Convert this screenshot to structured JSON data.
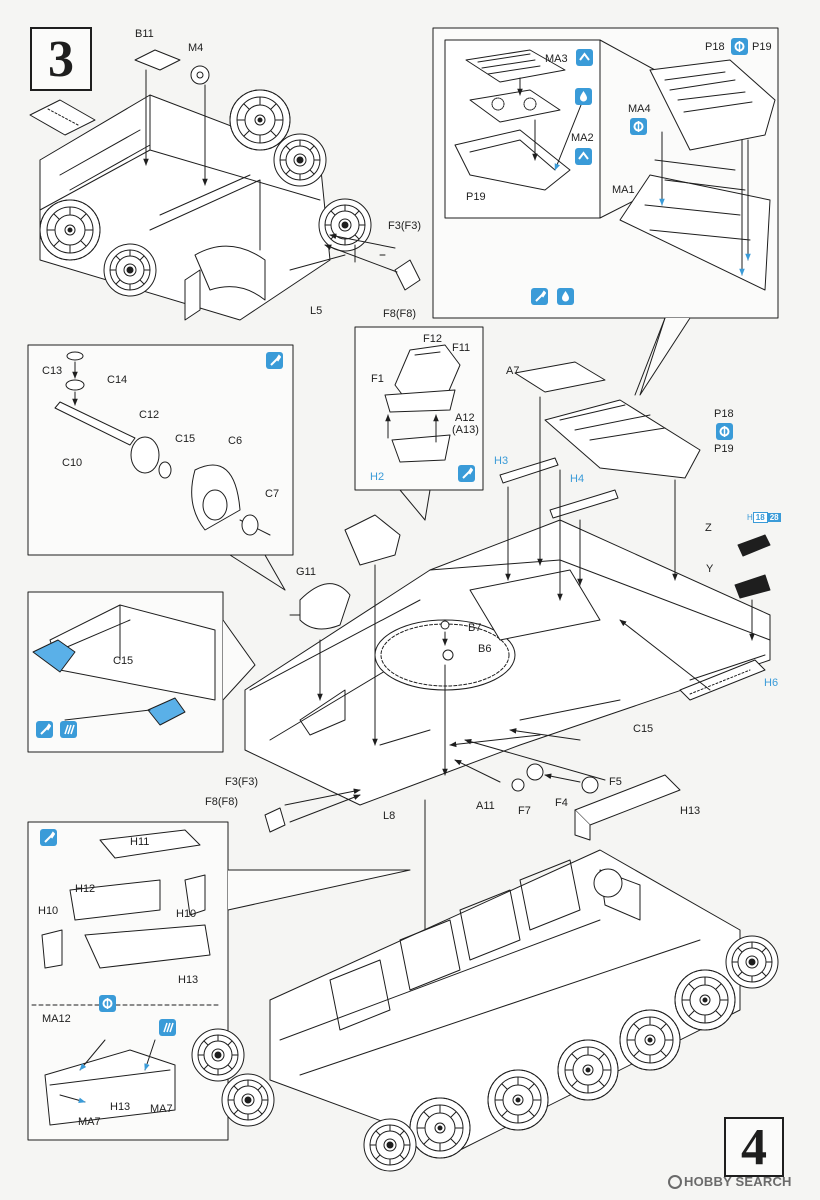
{
  "steps": [
    "3",
    "4"
  ],
  "icons": {
    "paint": "paint-brush-icon",
    "glue": "cement-drop-icon",
    "photo_etch": "photo-etch-icon",
    "bend": "bend-part-icon",
    "drill": "drill-hole-icon"
  },
  "colors": {
    "accent": "#3a9bd8",
    "line": "#1e1e1e",
    "paper": "#f5f5f3"
  },
  "labels": {
    "b11": "B11",
    "m4": "M4",
    "f3_top": "F3(F3)",
    "f8_top": "F8(F8)",
    "l5": "L5",
    "ma3": "MA3",
    "ma2": "MA2",
    "p19_inset": "P19",
    "p18_inset": "P18",
    "p19_inset_r": "P19",
    "ma4": "MA4",
    "ma1": "MA1",
    "c13": "C13",
    "c14": "C14",
    "c12": "C12",
    "c10": "C10",
    "c15_a": "C15",
    "c6": "C6",
    "c7": "C7",
    "f12": "F12",
    "f11": "F11",
    "f1": "F1",
    "a12": "A12",
    "a13": "(A13)",
    "h2": "H2",
    "a7": "A7",
    "p18": "P18",
    "p19": "P19",
    "h3": "H3",
    "h4": "H4",
    "g11": "G11",
    "b7": "B7",
    "b6": "B6",
    "z": "Z",
    "y": "Y",
    "h6": "H6",
    "c15_b": "C15",
    "c15_c": "C15",
    "f3_bot": "F3(F3)",
    "f8_bot": "F8(F8)",
    "l8": "L8",
    "a11": "A11",
    "f7": "F7",
    "f4": "F4",
    "f5": "F5",
    "h13_r": "H13",
    "h11": "H11",
    "h12": "H12",
    "h10_l": "H10",
    "h10_r": "H10",
    "h13_l": "H13",
    "ma12": "MA12",
    "h13_pe": "H13",
    "ma7_r": "MA7",
    "ma7_l": "MA7",
    "pe_ref_a": "H",
    "pe_ref_b": "18",
    "pe_ref_c": "28"
  },
  "watermark": "HOBBY SEARCH"
}
